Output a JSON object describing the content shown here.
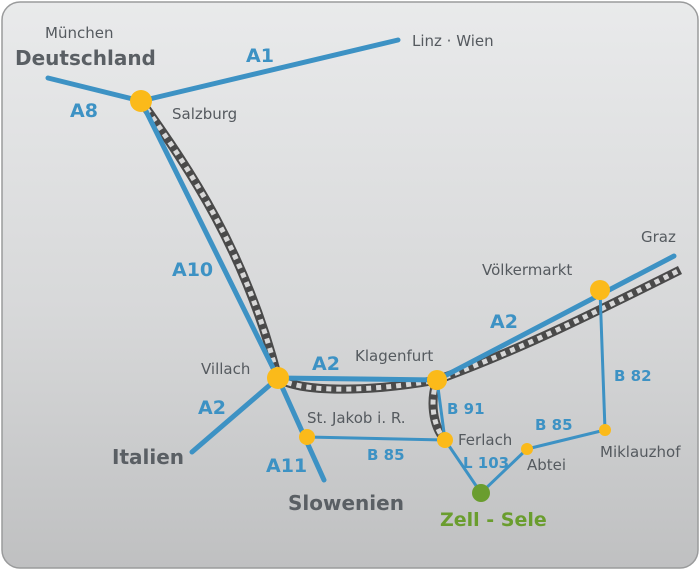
{
  "colors": {
    "road": "#3d92c4",
    "rail": "#6e6e6e",
    "node": "#fbba1a",
    "destination": "#6a9d2e",
    "text": "#555a5f"
  },
  "regions": {
    "germany": "Deutschland",
    "italy": "Italien",
    "slovenia": "Slowenien"
  },
  "places": {
    "munich": "München",
    "linz_wien": "Linz · Wien",
    "salzburg": "Salzburg",
    "graz": "Graz",
    "voelkermarkt": "Völkermarkt",
    "klagenfurt": "Klagenfurt",
    "villach": "Villach",
    "st_jakob": "St. Jakob i. R.",
    "ferlach": "Ferlach",
    "abtei": "Abtei",
    "miklauzhof": "Miklauzhof"
  },
  "roads": {
    "a1": "A1",
    "a8": "A8",
    "a10": "A10",
    "a2_east": "A2",
    "a2_center": "A2",
    "a2_west": "A2",
    "a11": "A11",
    "b91": "B 91",
    "b82": "B 82",
    "b85_west": "B 85",
    "b85_east": "B 85",
    "l103": "L 103"
  },
  "destination": {
    "name": "Zell - Sele"
  }
}
